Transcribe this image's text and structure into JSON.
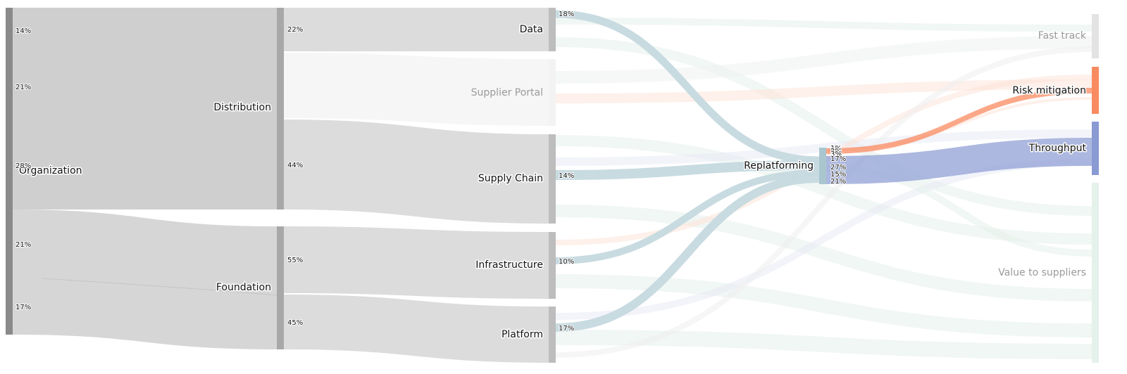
{
  "chart_data": {
    "type": "sankey",
    "colors": {
      "level0": "#8a8a8a",
      "level1": "#a8a8a8",
      "level2": "#bdbdbd",
      "replatforming": "#a9c6cf",
      "fast_track": "#e3e3e3",
      "risk_mitigation": "#f98b61",
      "throughput": "#8a9ad3",
      "value_to_suppliers": "#e5f1eb",
      "highlight_link": "#c5d9df",
      "gray_link": "#cfcfcf",
      "light_link": "#dcdcdc"
    },
    "nodes": [
      {
        "id": "organization",
        "label": "Organization",
        "level": 0,
        "dim": false
      },
      {
        "id": "distribution",
        "label": "Distribution",
        "level": 1,
        "dim": false
      },
      {
        "id": "foundation",
        "label": "Foundation",
        "level": 1,
        "dim": false
      },
      {
        "id": "data",
        "label": "Data",
        "level": 2,
        "dim": false
      },
      {
        "id": "supplier_portal",
        "label": "Supplier Portal",
        "level": 2,
        "dim": true
      },
      {
        "id": "supply_chain",
        "label": "Supply Chain",
        "level": 2,
        "dim": false
      },
      {
        "id": "infrastructure",
        "label": "Infrastructure",
        "level": 2,
        "dim": false
      },
      {
        "id": "platform",
        "label": "Platform",
        "level": 2,
        "dim": false
      },
      {
        "id": "replatforming",
        "label": "Replatforming",
        "level": 3,
        "dim": false
      },
      {
        "id": "fast_track",
        "label": "Fast track",
        "level": 4,
        "dim": true
      },
      {
        "id": "risk_mitigation",
        "label": "Risk mitigation",
        "level": 4,
        "dim": false
      },
      {
        "id": "throughput",
        "label": "Throughput",
        "level": 4,
        "dim": false
      },
      {
        "id": "value_to_suppliers",
        "label": "Value to suppliers",
        "level": 4,
        "dim": true
      }
    ],
    "links": [
      {
        "source": "organization",
        "target": "distribution",
        "value": 63,
        "pct": [
          "14%",
          "21%",
          "28%"
        ]
      },
      {
        "source": "organization",
        "target": "foundation",
        "value": 38,
        "pct": [
          "21%",
          "17%"
        ]
      },
      {
        "source": "distribution",
        "target": "data",
        "value": 22,
        "pct": "22%"
      },
      {
        "source": "distribution",
        "target": "supplier_portal",
        "value": 34,
        "pct": ""
      },
      {
        "source": "distribution",
        "target": "supply_chain",
        "value": 44,
        "pct": "44%"
      },
      {
        "source": "foundation",
        "target": "infrastructure",
        "value": 55,
        "pct": "55%"
      },
      {
        "source": "foundation",
        "target": "platform",
        "value": 45,
        "pct": "45%"
      },
      {
        "source": "data",
        "target": "replatforming",
        "value": 18,
        "pct": "18%",
        "highlight": true
      },
      {
        "source": "supply_chain",
        "target": "replatforming",
        "value": 14,
        "pct": "14%",
        "highlight": true
      },
      {
        "source": "infrastructure",
        "target": "replatforming",
        "value": 10,
        "pct": "10%",
        "highlight": true
      },
      {
        "source": "platform",
        "target": "replatforming",
        "value": 17,
        "pct": "17%",
        "highlight": true
      },
      {
        "source": "replatforming",
        "target": "risk_mitigation",
        "value": 4,
        "highlight": true
      },
      {
        "source": "replatforming",
        "target": "throughput",
        "value": 21,
        "highlight": true
      }
    ],
    "replatforming_labels": [
      "1%",
      "2%",
      "3%",
      "17%",
      "27%",
      "15%",
      "21%"
    ],
    "title": "",
    "xlabel": "",
    "ylabel": ""
  }
}
